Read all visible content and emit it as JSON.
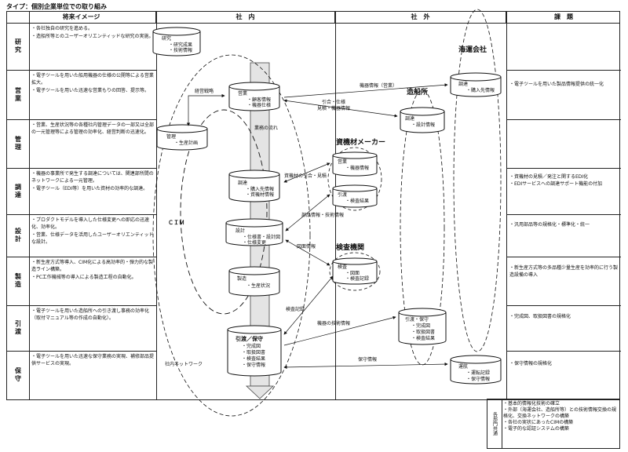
{
  "title": "タイプ：個別企業単位での取り組み",
  "headers": {
    "image": "将来イメージ",
    "internal": "社　内",
    "external": "社　外",
    "issues": "課　題"
  },
  "rows": [
    {
      "label": "研究",
      "text": [
        "・各社独自の研究を進める。",
        "・造船所等とのユーザーオリエンティッドな研究の実施。"
      ],
      "issue": []
    },
    {
      "label": "営業",
      "text": [
        "・電子ツールを用いた船用機器の仕様の公開等による営業拡大。",
        "・電子ツールを用いた迅速な営業もりの回答、提示等。"
      ],
      "issue": [
        "・電子ツールを用いた製品情報提供の統一化"
      ]
    },
    {
      "label": "管理",
      "text": [
        "・営業、生産状況等の各種社内管理データの一部又は全部の一元管理等による管理の効率化、経営判断の迅速化。"
      ],
      "issue": []
    },
    {
      "label": "調達",
      "text": [
        "・機器の事業所で発生する調達については、関連部所間のネットワークによる一元管理。",
        "・電子ツール（EDI等）を用いた資材の効率的な調達。"
      ],
      "issue": [
        "・資機材の見積／発注と関するEDI化",
        "・EDIサービスへの調達サポート機能の付加"
      ]
    },
    {
      "label": "設計",
      "text": [
        "・プロダクトモデルを導入した仕様変更への即応の迅速化、効率化。",
        "・営業、仕様データを活用したユーザーオリエンティッドな設計。"
      ],
      "issue": [
        "・汎用部品等の規格化・標準化・統一"
      ]
    },
    {
      "label": "製造",
      "text": [
        "・新生産方式等導入、CIM化による高効率的・弾力的な製造ライン構築。",
        "・PC工作機械等の導入による製造工程の自動化。"
      ],
      "issue": [
        "・新生産方式等の多品種少量生産を効率的に行う製造設備の導入"
      ]
    },
    {
      "label": "引渡",
      "text": [
        "・電子ツールを用いた造船所への引き渡し事務の効率化（取付マニュアル等の作成の自動化）。"
      ],
      "issue": [
        "・完成図、取扱図書の規格化"
      ]
    },
    {
      "label": "保守",
      "text": [
        "・電子ツールを用いた迅速な保守業務の実現、補修部品提供サービスの実現。"
      ],
      "issue": [
        "・保守情報の規格化"
      ]
    }
  ],
  "internal": {
    "research": {
      "title": "研究",
      "items": [
        "・研究成果",
        "・技術情報"
      ]
    },
    "sales": {
      "title": "営業",
      "items": [
        "・顧客情報",
        "・機器仕様"
      ]
    },
    "mgmt": {
      "title": "管理",
      "items": [
        "・生産計画"
      ]
    },
    "procure": {
      "title": "調達",
      "items": [
        "・購入先情報",
        "・資機材情報"
      ]
    },
    "design": {
      "title": "設計",
      "items": [
        "・仕様書・設計図",
        "・仕様変更"
      ]
    },
    "mfg": {
      "title": "製造",
      "items": [
        "・生産状況"
      ]
    },
    "delivery": {
      "title": "引渡／保守",
      "items": [
        "・完成図",
        "・取扱図書",
        "・検査結果",
        "・保守情報"
      ]
    },
    "flow_label": "業務の流れ",
    "cim": "ＣＩＭ",
    "network": "社内ネットワーク"
  },
  "external": {
    "shipping": {
      "title": "海運会社",
      "box": "調達",
      "items": [
        "・購入先情報"
      ]
    },
    "shipyard": {
      "title": "造船所",
      "box1": "調達",
      "items1": [
        "・設計情報"
      ],
      "box2": "引渡・保守",
      "items2": [
        "・完成図",
        "・取扱図書",
        "・検査結果"
      ]
    },
    "maker": {
      "title": "資機材メーカー",
      "box1": "営業",
      "items1": [
        "・機器情報"
      ],
      "box2": "引渡",
      "items2": [
        "・検査結果"
      ]
    },
    "inspect": {
      "title": "検査機関",
      "box": "検査",
      "items": [
        "・図面",
        "・検査記録"
      ]
    },
    "operation": {
      "box": "運航",
      "items": [
        "・運転記録",
        "・保守情報"
      ]
    }
  },
  "arrows": {
    "mgmt_strategy": "経営戦略",
    "equip_info": "機器情報（営業）",
    "quote": "引合・仕様",
    "order": "見積・機器情報",
    "material_quote": "資機材の引合・見積",
    "parts_info": "部品情報・技術情報",
    "drawing": "図面情報",
    "inspect_record": "検査記録",
    "tech_info": "機器の技術情報",
    "maint_info": "保守情報"
  },
  "footer": {
    "label": "各部門共通",
    "items": [
      "・基本的情報化技術の確立",
      "・外部（海運会社、造船所等）との技術情報交換の規格化、交換ネットワークの構築",
      "・各社の実状にあったCIMの構築",
      "・電子的な認証システムの構築"
    ]
  }
}
